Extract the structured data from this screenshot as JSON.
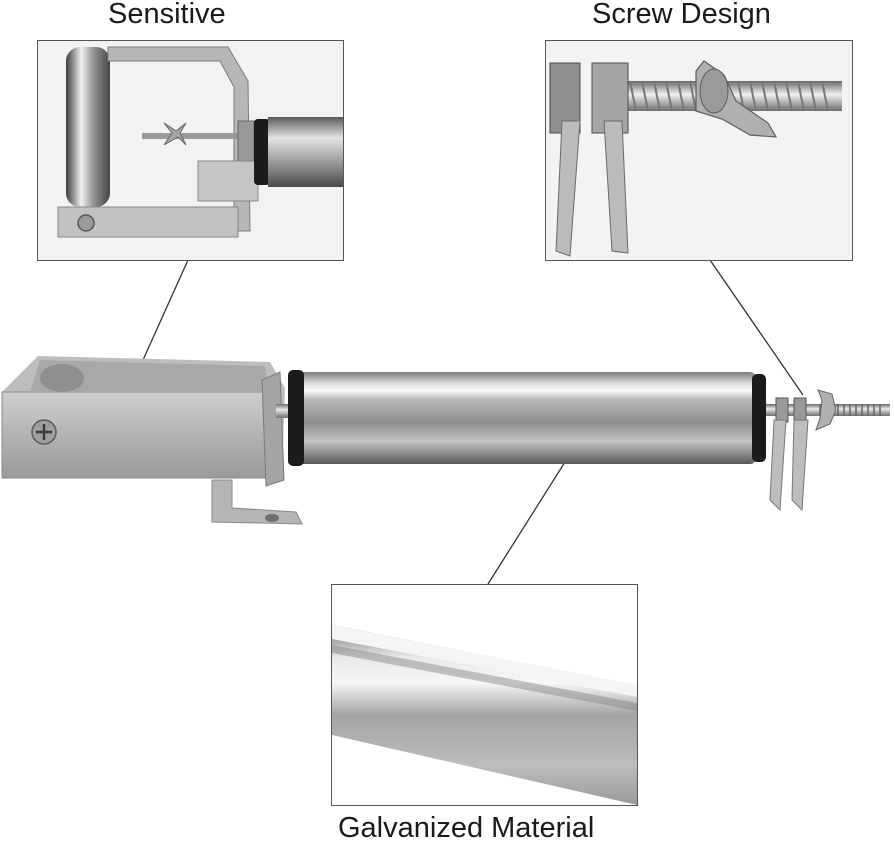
{
  "callouts": {
    "sensitive": "Sensitive",
    "screw_design": "Screw Design",
    "galvanized_material": "Galvanized Material"
  },
  "colors": {
    "steel_light": "#e6e6e6",
    "steel_mid": "#a9a9a9",
    "steel_dark": "#5e5e5e",
    "end_cap": "#1b1b1b",
    "leader_line": "#333333"
  }
}
